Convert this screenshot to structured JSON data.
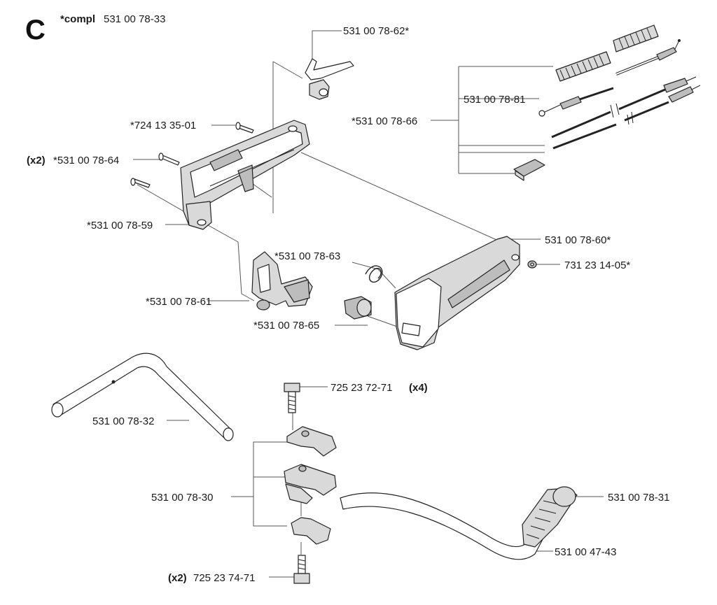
{
  "diagram": {
    "section_letter": "C",
    "assembly": {
      "prefix": "*compl",
      "number": "531 00 78-33"
    },
    "labels": {
      "p62": "531 00 78-62*",
      "p81": "531 00 78-81",
      "p66": "*531 00 78-66",
      "p724": "*724 13 35-01",
      "p64_qty": "(x2)",
      "p64": "*531 00 78-64",
      "p59": "*531 00 78-59",
      "p60": "531 00 78-60*",
      "p63": "*531 00 78-63",
      "p731": "731 23 14-05*",
      "p61": "*531 00 78-61",
      "p65": "*531 00 78-65",
      "p725_72": "725 23 72-71",
      "p725_72_qty": "(x4)",
      "p32": "531 00 78-32",
      "p30": "531 00 78-30",
      "p31": "531 00 78-31",
      "p4743": "531 00 47-43",
      "p725_74_qty": "(x2)",
      "p725_74": "725 23 74-71"
    }
  }
}
